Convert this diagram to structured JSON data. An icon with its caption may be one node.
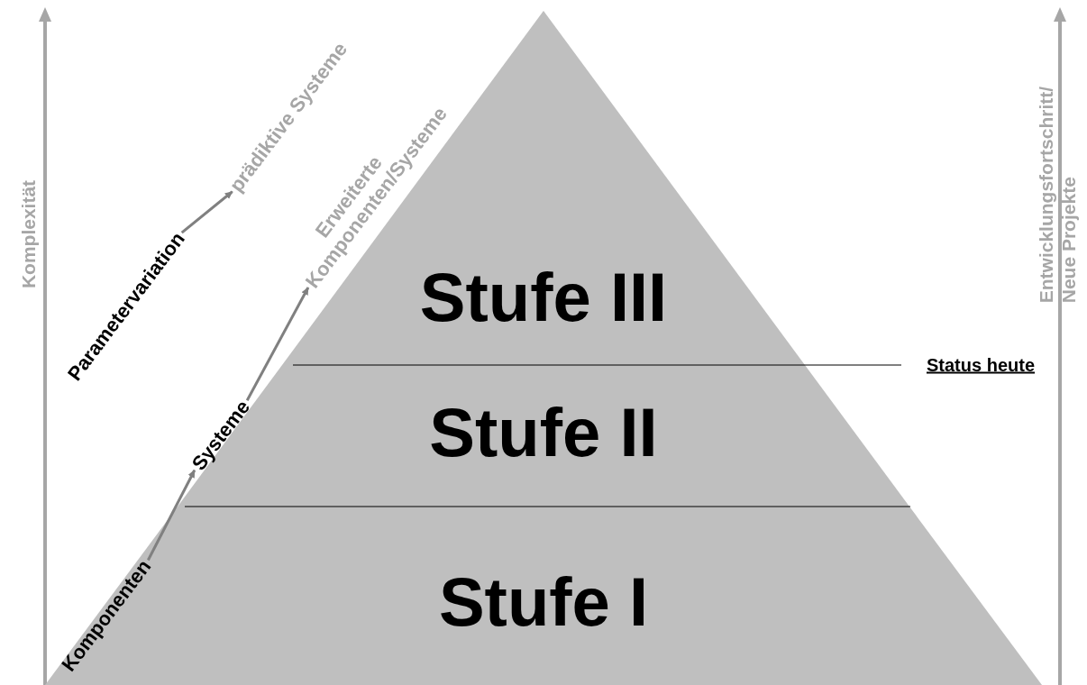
{
  "diagram": {
    "nodes": [
      {
        "text": [
          "Stufe III"
        ]
      },
      {
        "text": [
          "Stufe II"
        ]
      },
      {
        "text": [
          "Stufe I"
        ]
      },
      {
        "text": [
          "Komponenten"
        ]
      },
      {
        "text": [
          "Systeme"
        ]
      },
      {
        "text": [
          "Erweiterte Komponenten/Systeme"
        ]
      },
      {
        "text": [
          "Parametervariation"
        ]
      },
      {
        "text": [
          "prädiktive Systeme"
        ]
      }
    ],
    "edges": [
      {
        "from": 3,
        "to": 4,
        "arrow": "to"
      },
      {
        "from": 4,
        "to": 5,
        "arrow": "to"
      },
      {
        "from": 6,
        "to": 7,
        "arrow": "to"
      }
    ],
    "labels": [
      "Komplexität",
      "Entwicklungsfortschritt/ Neue Projekte",
      "Status heute"
    ]
  }
}
